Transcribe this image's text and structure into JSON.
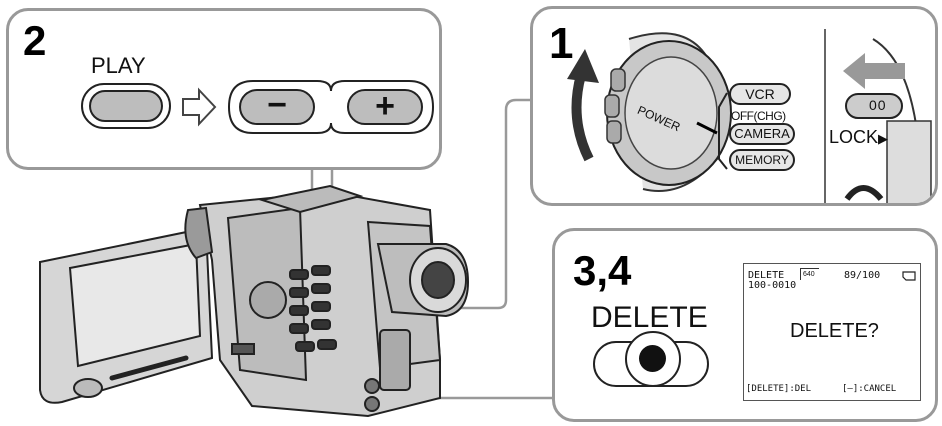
{
  "panel_play": {
    "step": "2",
    "play_label": "PLAY",
    "minus_symbol": "−",
    "plus_symbol": "+"
  },
  "panel_power": {
    "step": "1",
    "power_label": "POWER",
    "modes": [
      "VCR",
      "OFF(CHG)",
      "CAMERA",
      "MEMORY"
    ],
    "lock_label": "LOCK",
    "lock_arrow": "▶",
    "switch_mark": "00"
  },
  "panel_delete": {
    "step": "3,4",
    "delete_label": "DELETE",
    "lcd": {
      "mode": "DELETE",
      "size_badge": "640",
      "file_no": "100-0010",
      "counter": "89/100",
      "prompt": "DELETE?",
      "hint_left": "[DELETE]:DEL",
      "hint_right": "[–]:CANCEL"
    }
  }
}
